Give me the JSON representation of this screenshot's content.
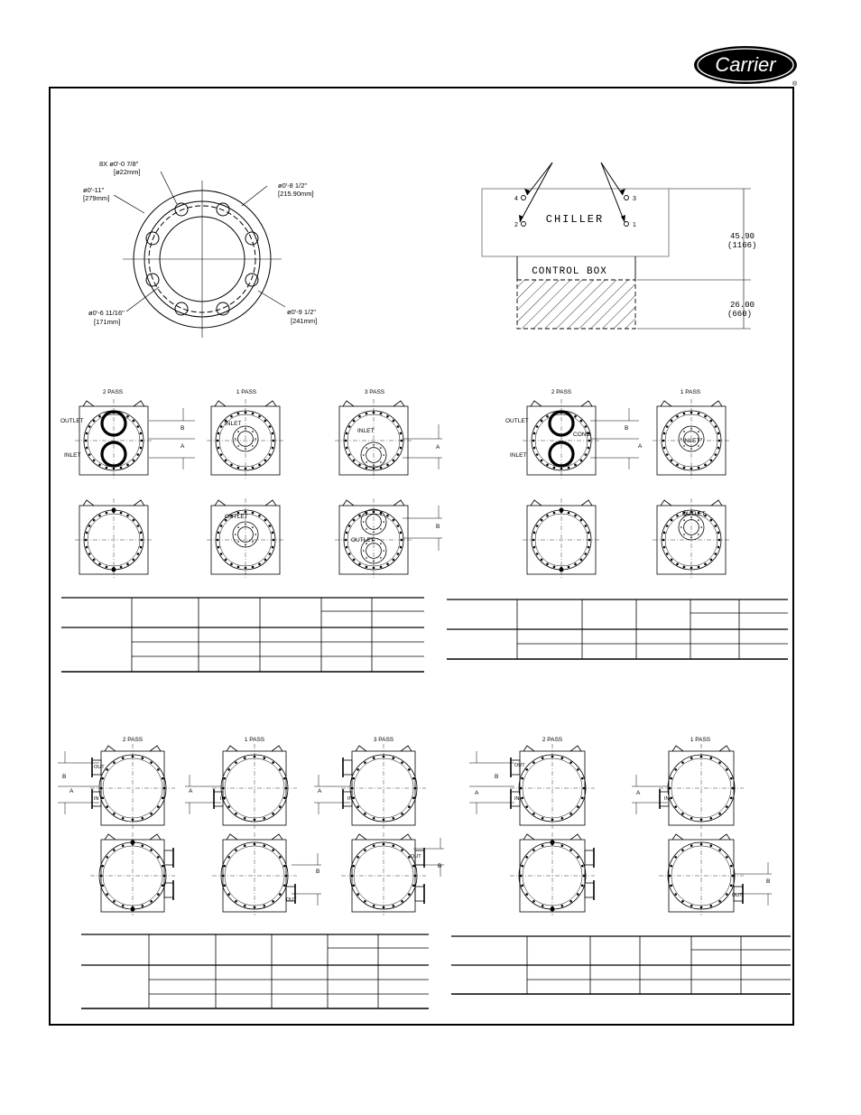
{
  "brand": {
    "name": "Carrier",
    "reg": "®"
  },
  "flange": {
    "bolt": "8X ø0'-0 7/8\"",
    "bolt_mm": "[ø22mm]",
    "d11": "ø0'-11\"",
    "d11_mm": "[279mm]",
    "d8": "ø0'-8 1/2\"",
    "d8_mm": "[215.90mm]",
    "d6": "ø0'-6 11/16\"",
    "d6_mm": "[171mm]",
    "d9": "ø0'-9 1/2\"",
    "d9_mm": "[241mm]"
  },
  "chiller": {
    "label": "CHILLER",
    "control": "CONTROL BOX",
    "p1": "1",
    "p2": "2",
    "p3": "3",
    "p4": "4",
    "dim1": "45.90",
    "dim1_mm": "(1166)",
    "dim2": "26.00",
    "dim2_mm": "(660)"
  },
  "labels": {
    "pass1": "1 PASS",
    "pass2": "2 PASS",
    "pass3": "3 PASS",
    "inlet": "INLET",
    "outlet": "OUTLET",
    "cond": "COND",
    "a": "A",
    "b": "B",
    "in": "IN",
    "out": "OUT"
  }
}
